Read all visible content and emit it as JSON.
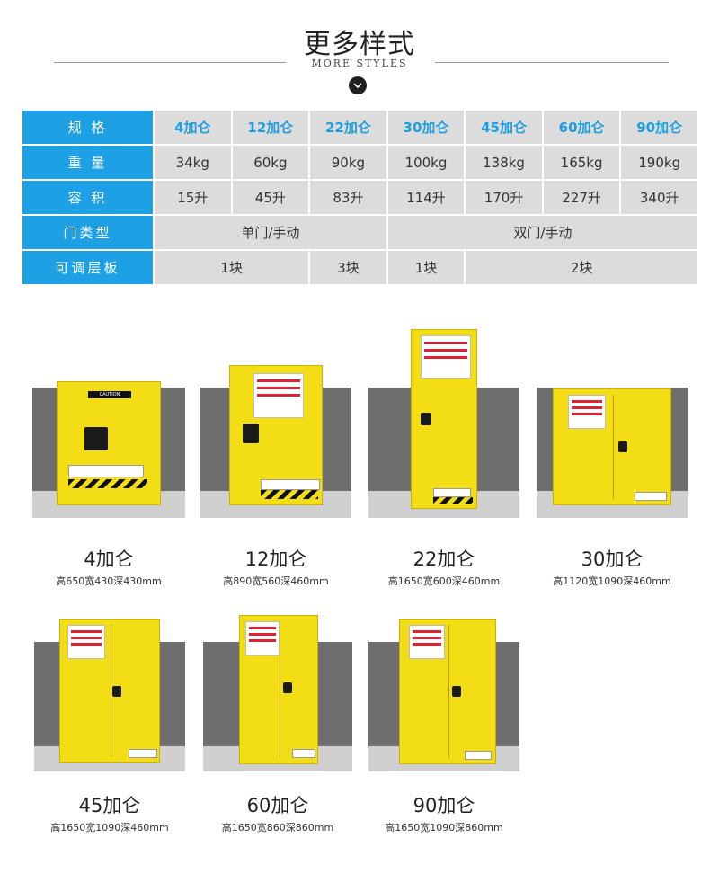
{
  "header": {
    "title": "更多样式",
    "subtitle": "MORE STYLES",
    "badge_icon": "chevron-down-icon"
  },
  "colors": {
    "header_cell": "#1ea0e5",
    "cell_bg": "#dcdcdc",
    "capacity_text": "#1c9ee0",
    "cabinet": "#f3dd14"
  },
  "table": {
    "row_labels": {
      "spec": "规 格",
      "weight": "重 量",
      "volume": "容 积",
      "door": "门类型",
      "shelf": "可调层板"
    },
    "capacities": [
      "4加仑",
      "12加仑",
      "22加仑",
      "30加仑",
      "45加仑",
      "60加仑",
      "90加仑"
    ],
    "weights": [
      "34kg",
      "60kg",
      "90kg",
      "100kg",
      "138kg",
      "165kg",
      "190kg"
    ],
    "volumes": [
      "15升",
      "45升",
      "83升",
      "114升",
      "170升",
      "227升",
      "340升"
    ],
    "door_types": [
      "单门/手动",
      "双门/手动"
    ],
    "shelves": [
      "1块",
      "3块",
      "1块",
      "2块"
    ]
  },
  "products": [
    {
      "name": "4加仑",
      "dims": "高650宽430深430mm"
    },
    {
      "name": "12加仑",
      "dims": "高890宽560深460mm"
    },
    {
      "name": "22加仑",
      "dims": "高1650宽600深460mm"
    },
    {
      "name": "30加仑",
      "dims": "高1120宽1090深460mm"
    },
    {
      "name": "45加仑",
      "dims": "高1650宽1090深460mm"
    },
    {
      "name": "60加仑",
      "dims": "高1650宽860深860mm"
    },
    {
      "name": "90加仑",
      "dims": "高1650宽1090深860mm"
    }
  ]
}
